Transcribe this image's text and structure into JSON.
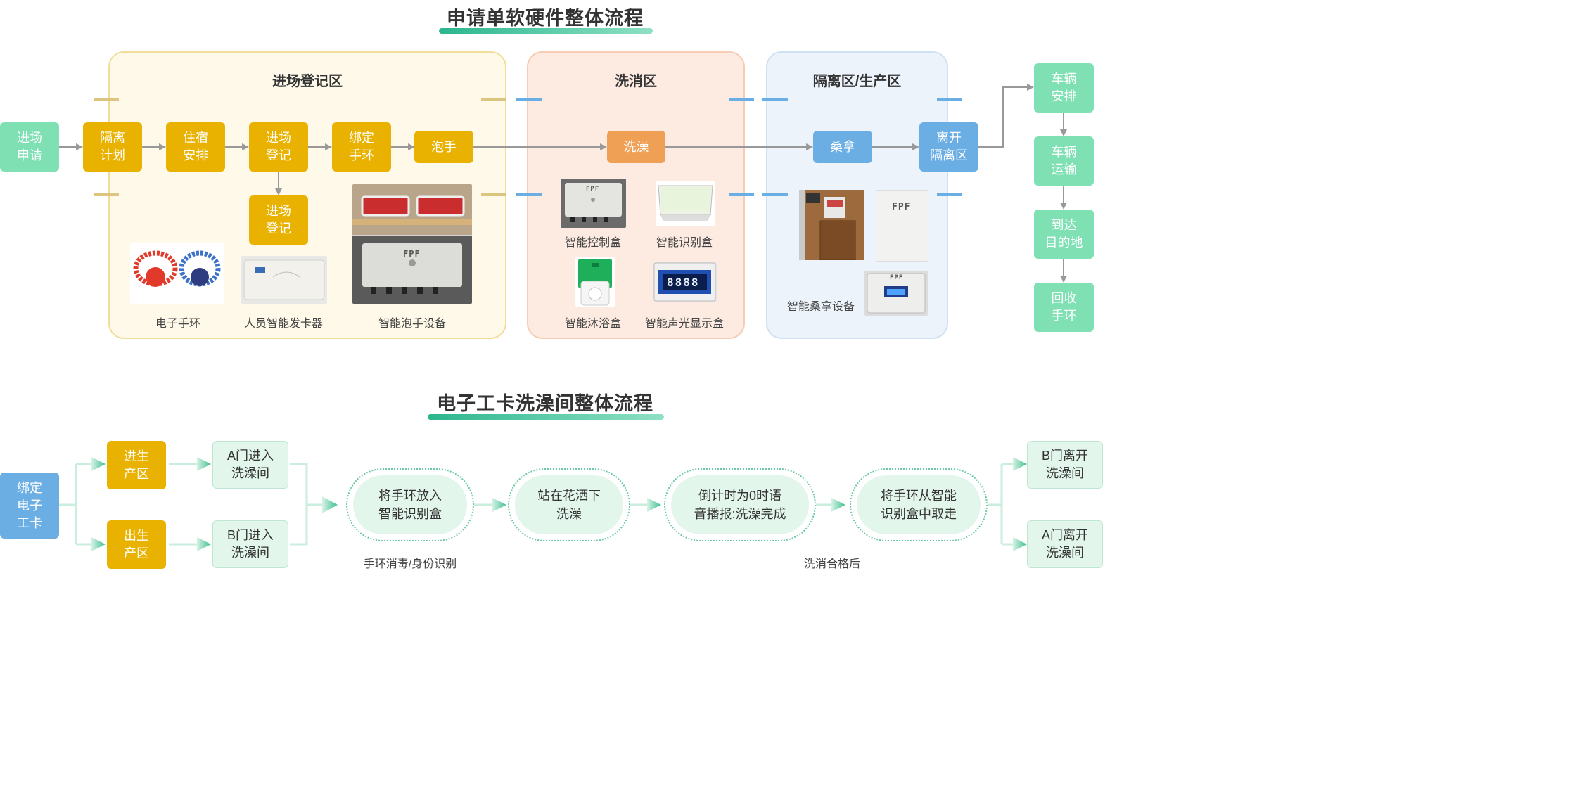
{
  "top": {
    "title": "申请单软硬件整体流程",
    "zones": {
      "entry": "进场登记区",
      "wash": "洗消区",
      "isolation": "隔离区/生产区"
    },
    "start": "进场\n申请",
    "steps": [
      "隔离\n计划",
      "住宿\n安排",
      "进场\n登记",
      "绑定\n手环",
      "泡手"
    ],
    "entry_sub": "进场\n登记",
    "shower": "洗澡",
    "sauna": "桑拿",
    "leave": "离开\n隔离区",
    "vehicle": [
      "车辆\n安排",
      "车辆\n运输",
      "到达\n目的地",
      "回收\n手环"
    ],
    "devices": {
      "bracelet": "电子手环",
      "card_issuer": "人员智能发卡器",
      "hand_soak": "智能泡手设备",
      "control_box": "智能控制盒",
      "recognition_box": "智能识别盒",
      "bath_box": "智能沐浴盒",
      "display_box": "智能声光显示盒",
      "sauna_device": "智能桑拿设备"
    },
    "display_digits": "8888",
    "logo_text": "FPF"
  },
  "bottom": {
    "title": "电子工卡洗澡间整体流程",
    "bind": "绑定\n电子\n工卡",
    "enter_zone": "进生\n产区",
    "exit_zone": "出生\n产区",
    "door_a_in": "A门进入\n洗澡间",
    "door_b_in": "B门进入\n洗澡间",
    "steps": [
      "将手环放入\n智能识别盒",
      "站在花洒下\n洗澡",
      "倒计时为0时语\n音播报:洗澡完成",
      "将手环从智能\n识别盒中取走"
    ],
    "caption_1": "手环消毒/身份识别",
    "caption_2": "洗消合格后",
    "door_b_out": "B门离开\n洗澡间",
    "door_a_out": "A门离开\n洗澡间"
  },
  "colors": {
    "yellow": "#e9b200",
    "green": "#7fe0b4",
    "orange": "#f0a055",
    "blue": "#6aaee4",
    "light_green": "#e3f6ec"
  }
}
